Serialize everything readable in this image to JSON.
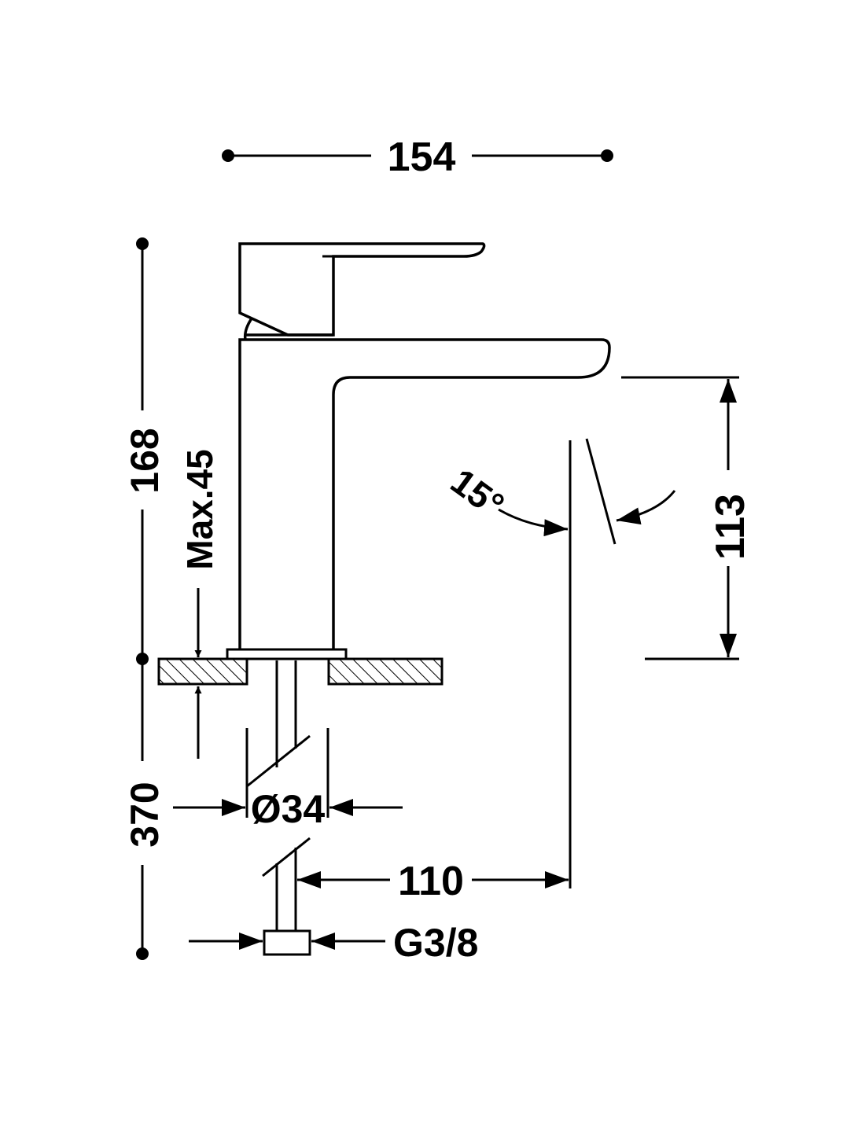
{
  "dimensions": {
    "total_width": "154",
    "total_height": "168",
    "max_deck_thickness": "Max.45",
    "hose_length": "370",
    "spout_height": "113",
    "spout_tilt": "15°",
    "spout_reach": "110",
    "hole_diameter": "Ø34",
    "thread": "G3/8"
  },
  "colors": {
    "line": "#000000",
    "background": "#ffffff"
  }
}
